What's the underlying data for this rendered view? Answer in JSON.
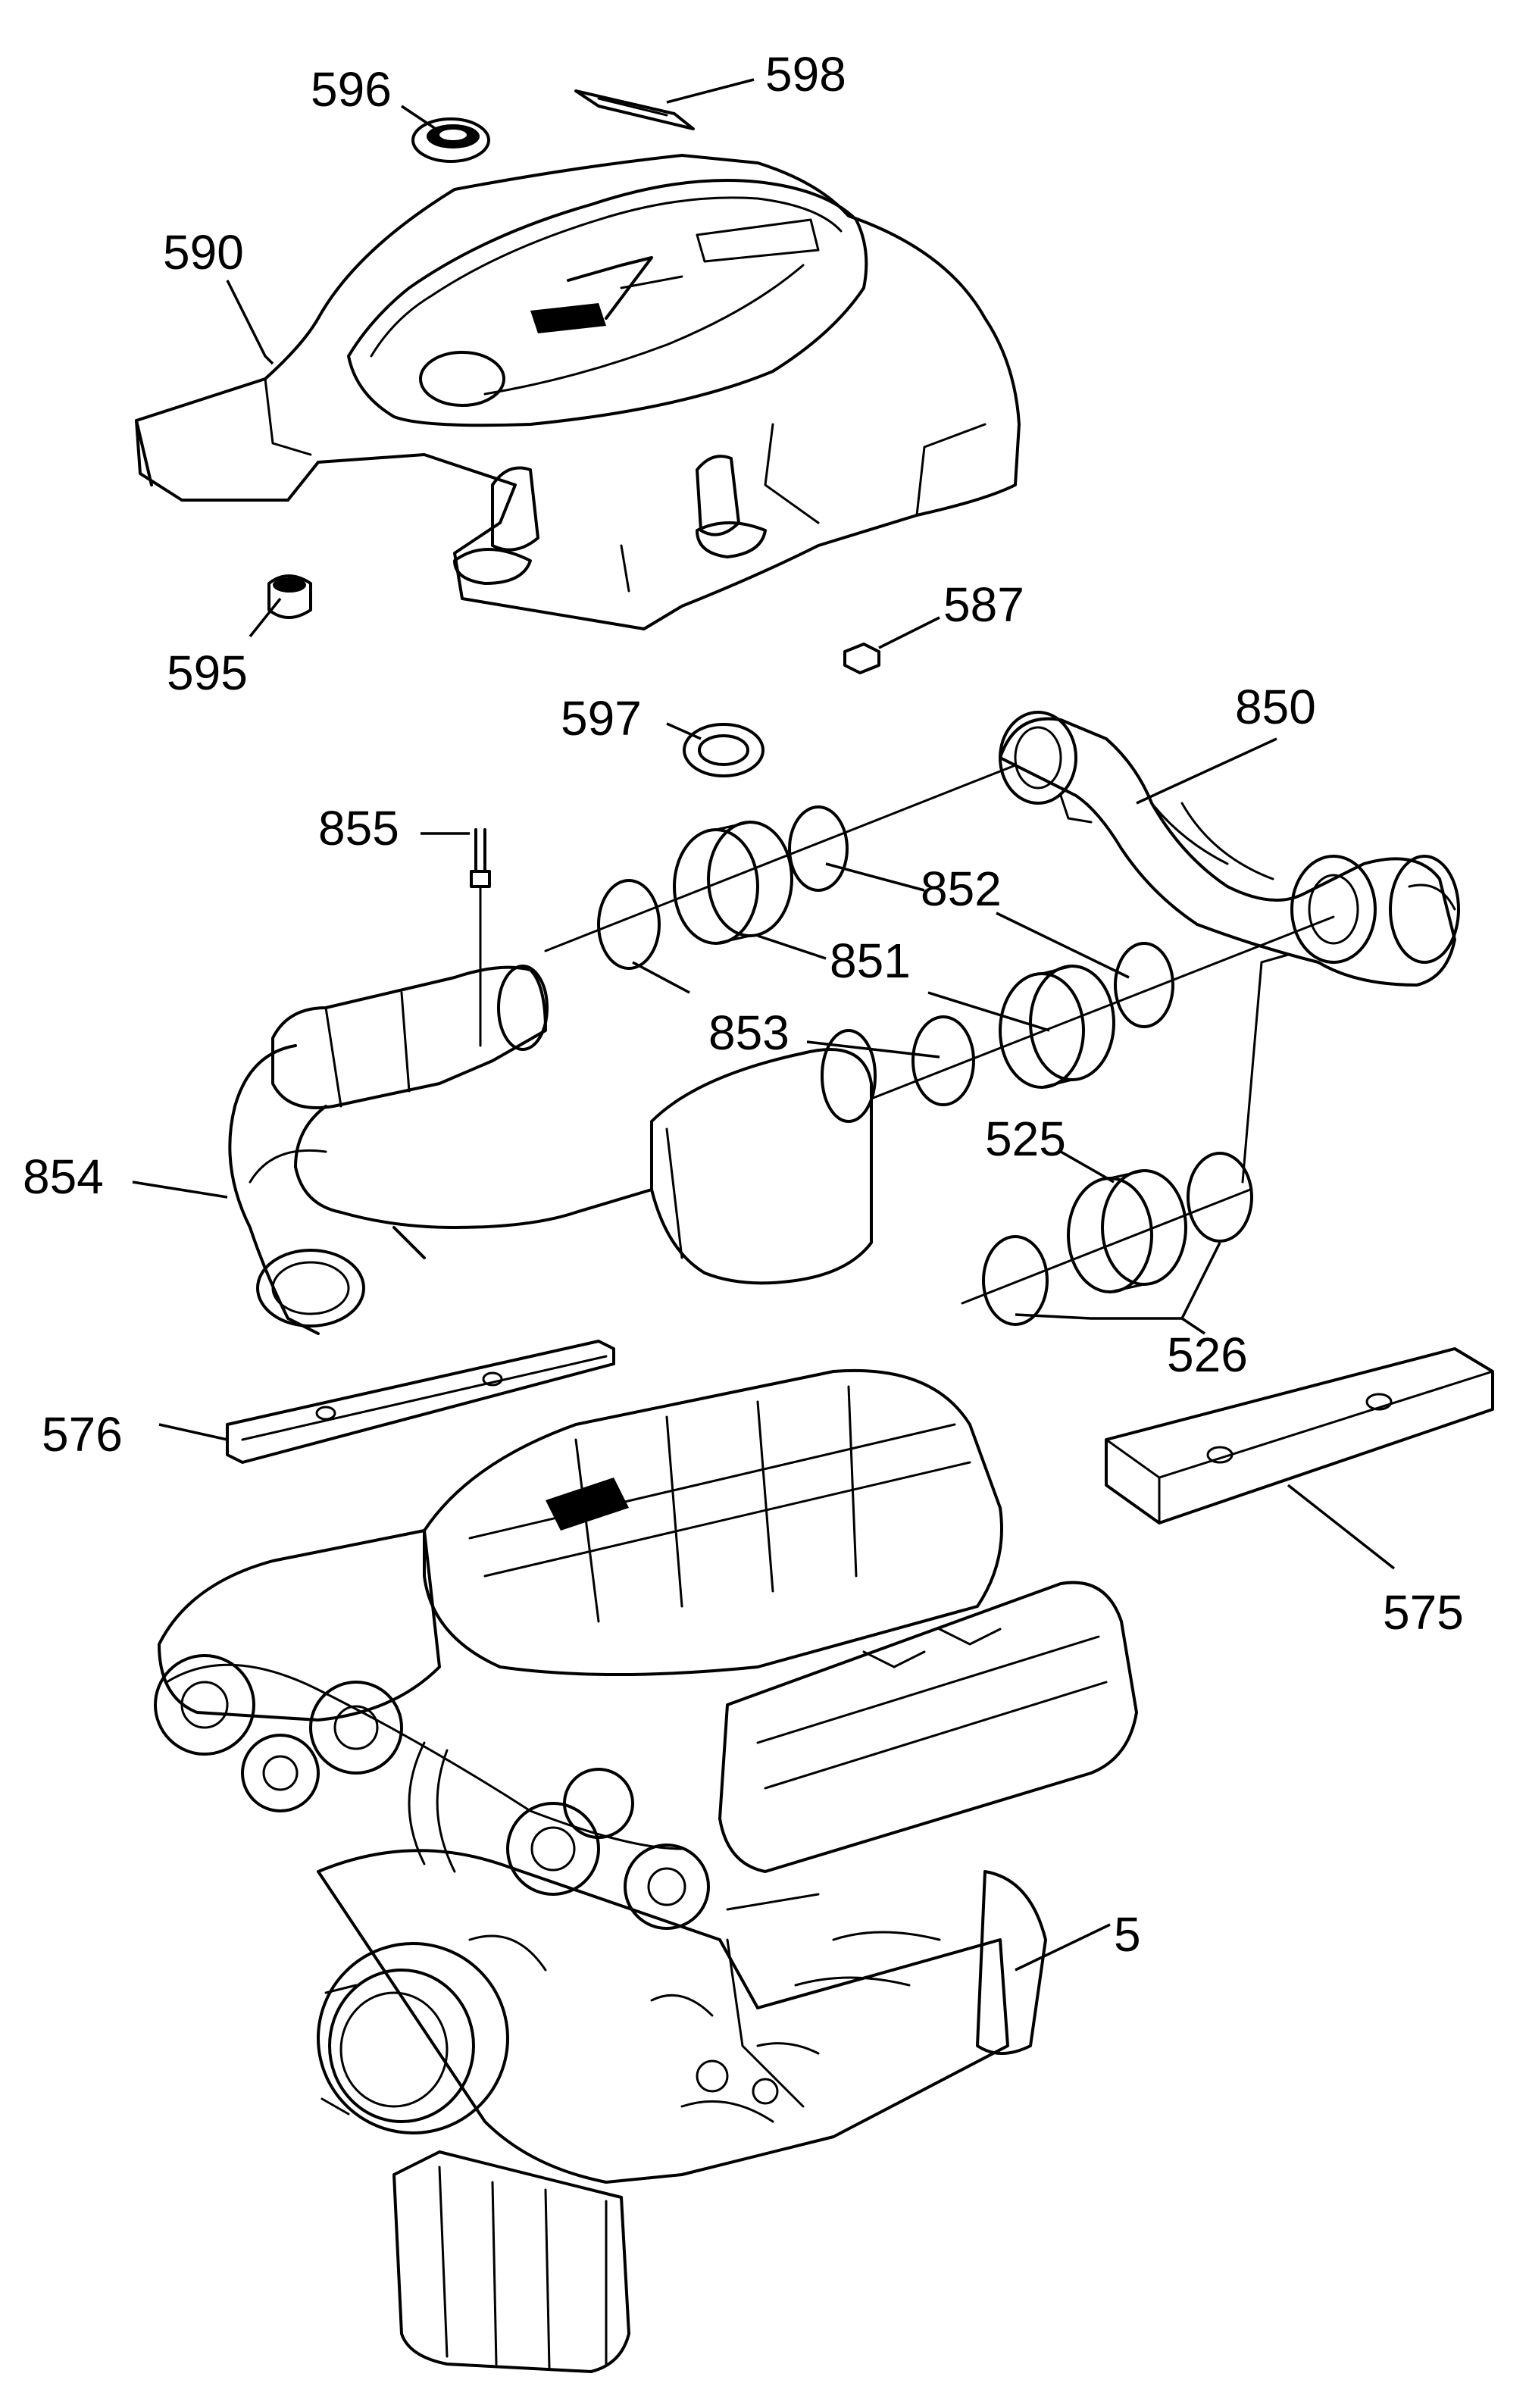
{
  "callouts": {
    "c596": "596",
    "c598": "598",
    "c590": "590",
    "c595": "595",
    "c587": "587",
    "c597": "597",
    "c850": "850",
    "c855": "855",
    "c852": "852",
    "c851": "851",
    "c853": "853",
    "c854": "854",
    "c525": "525",
    "c526": "526",
    "c576": "576",
    "c575": "575",
    "c5": "5"
  }
}
